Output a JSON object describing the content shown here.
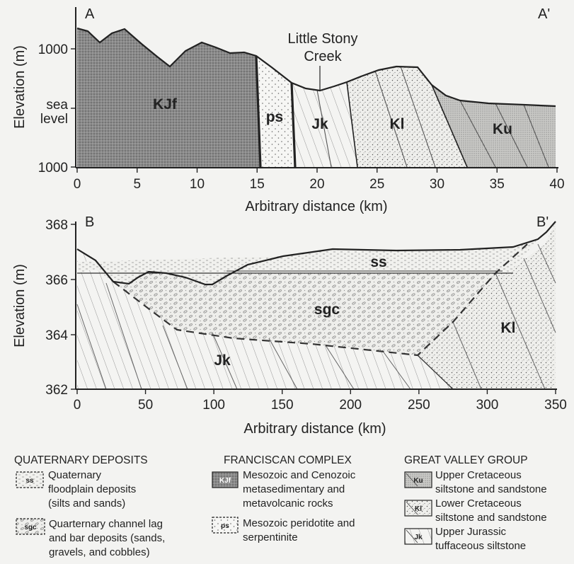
{
  "section_a": {
    "start_label": "A",
    "end_label": "A'",
    "creek_line1": "Little Stony",
    "creek_line2": "Creek",
    "y_axis_label": "Elevation (m)",
    "y_ticks": [
      "1000",
      "sea",
      "level",
      "1000"
    ],
    "x_axis_label": "Arbitrary distance (km)",
    "x_ticks": [
      "0",
      "5",
      "10",
      "15",
      "20",
      "25",
      "30",
      "35",
      "40"
    ],
    "units": [
      "KJf",
      "ps",
      "Jk",
      "Kl",
      "Ku"
    ]
  },
  "section_b": {
    "start_label": "B",
    "end_label": "B'",
    "y_axis_label": "Elevation (m)",
    "y_ticks": [
      "368",
      "366",
      "364",
      "362"
    ],
    "x_axis_label": "Arbitrary distance (km)",
    "x_ticks": [
      "0",
      "50",
      "100",
      "150",
      "200",
      "250",
      "300",
      "350"
    ],
    "units": [
      "ss",
      "sgc",
      "Jk",
      "Kl"
    ]
  },
  "legend": {
    "quaternary": {
      "title": "QUATERNARY DEPOSITS",
      "items": [
        {
          "code": "ss",
          "lines": [
            "Quaternary",
            "floodplain deposits",
            "(silts and sands)"
          ]
        },
        {
          "code": "sgc",
          "lines": [
            "Quarternary channel lag",
            "and bar deposits (sands,",
            "gravels, and cobbles)"
          ]
        }
      ]
    },
    "franciscan": {
      "title": "FRANCISCAN COMPLEX",
      "items": [
        {
          "code": "KJf",
          "lines": [
            "Mesozoic and Cenozoic",
            "metasedimentary and",
            "metavolcanic rocks"
          ]
        },
        {
          "code": "ps",
          "lines": [
            "Mesozoic peridotite and",
            "serpentinite"
          ]
        }
      ]
    },
    "great_valley": {
      "title": "GREAT VALLEY GROUP",
      "items": [
        {
          "code": "Ku",
          "lines": [
            "Upper Cretaceous",
            "siltstone and sandstone"
          ]
        },
        {
          "code": "Kl",
          "lines": [
            "Lower Cretaceous",
            "siltstone and sandstone"
          ]
        },
        {
          "code": "Jk",
          "lines": [
            "Upper Jurassic",
            "tuffaceous siltstone"
          ]
        }
      ]
    }
  }
}
